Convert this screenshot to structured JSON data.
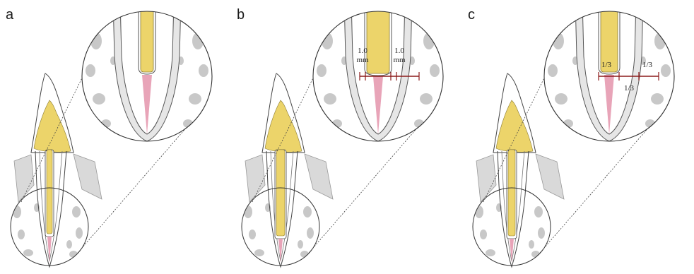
{
  "figure": {
    "panels": [
      {
        "label": "a",
        "variant": "none",
        "annotations": {}
      },
      {
        "label": "b",
        "variant": "margins",
        "annotations": {
          "left_line1": "1.0",
          "left_line2": "mm",
          "right_line1": "1.0",
          "right_line2": "mm"
        }
      },
      {
        "label": "c",
        "variant": "thirds",
        "annotations": {
          "left": "1/3",
          "right": "1/3",
          "center": "1/3"
        }
      }
    ],
    "colors": {
      "post": "#ecd46a",
      "crown": "#ecd46a",
      "gutta_percha": "#e8a4b8",
      "bone_holes": "#c8c8c8",
      "gum": "#d9d9d9",
      "measure_line": "#8b1a1a",
      "outline": "#444444"
    }
  }
}
